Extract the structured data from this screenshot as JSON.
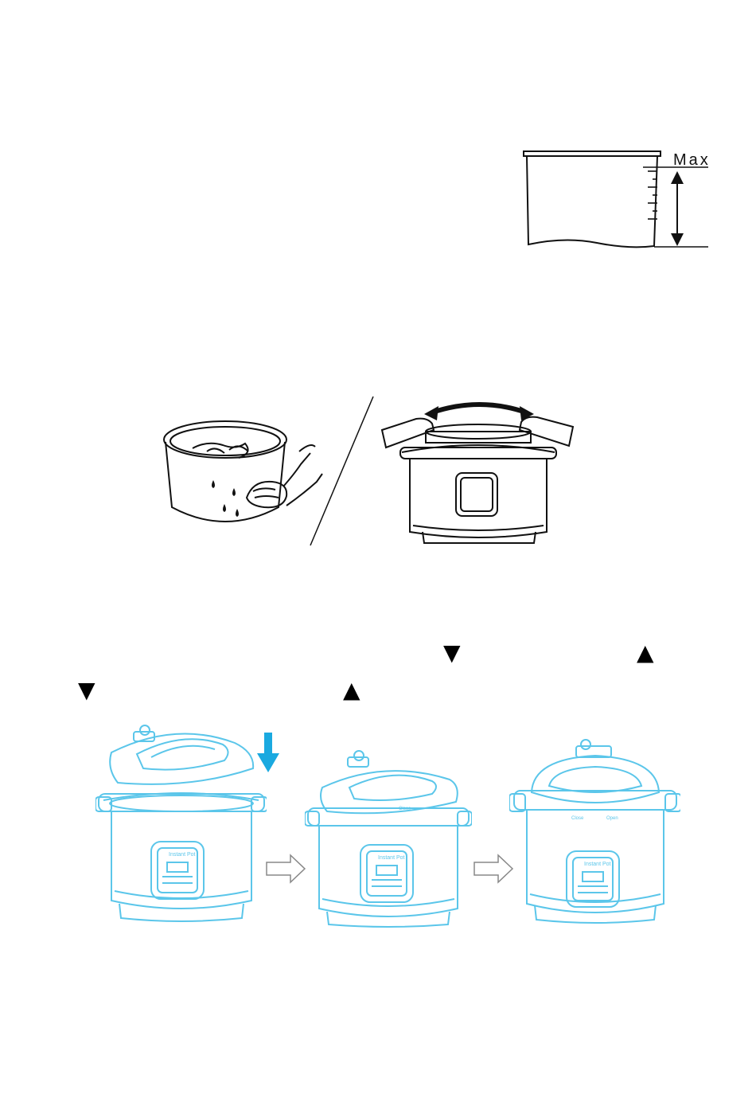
{
  "max_label": "Max",
  "indicators": {
    "down_arrow": "▼",
    "up_arrow": "▲"
  },
  "colors": {
    "line_art": "#111111",
    "cooker_blue": "#5bc6ea",
    "arrow_blue": "#1aa9e0"
  },
  "cooker_panel": {
    "brand": "Instant Pot"
  },
  "lid_markings": {
    "close": "Close",
    "open": "Open"
  }
}
